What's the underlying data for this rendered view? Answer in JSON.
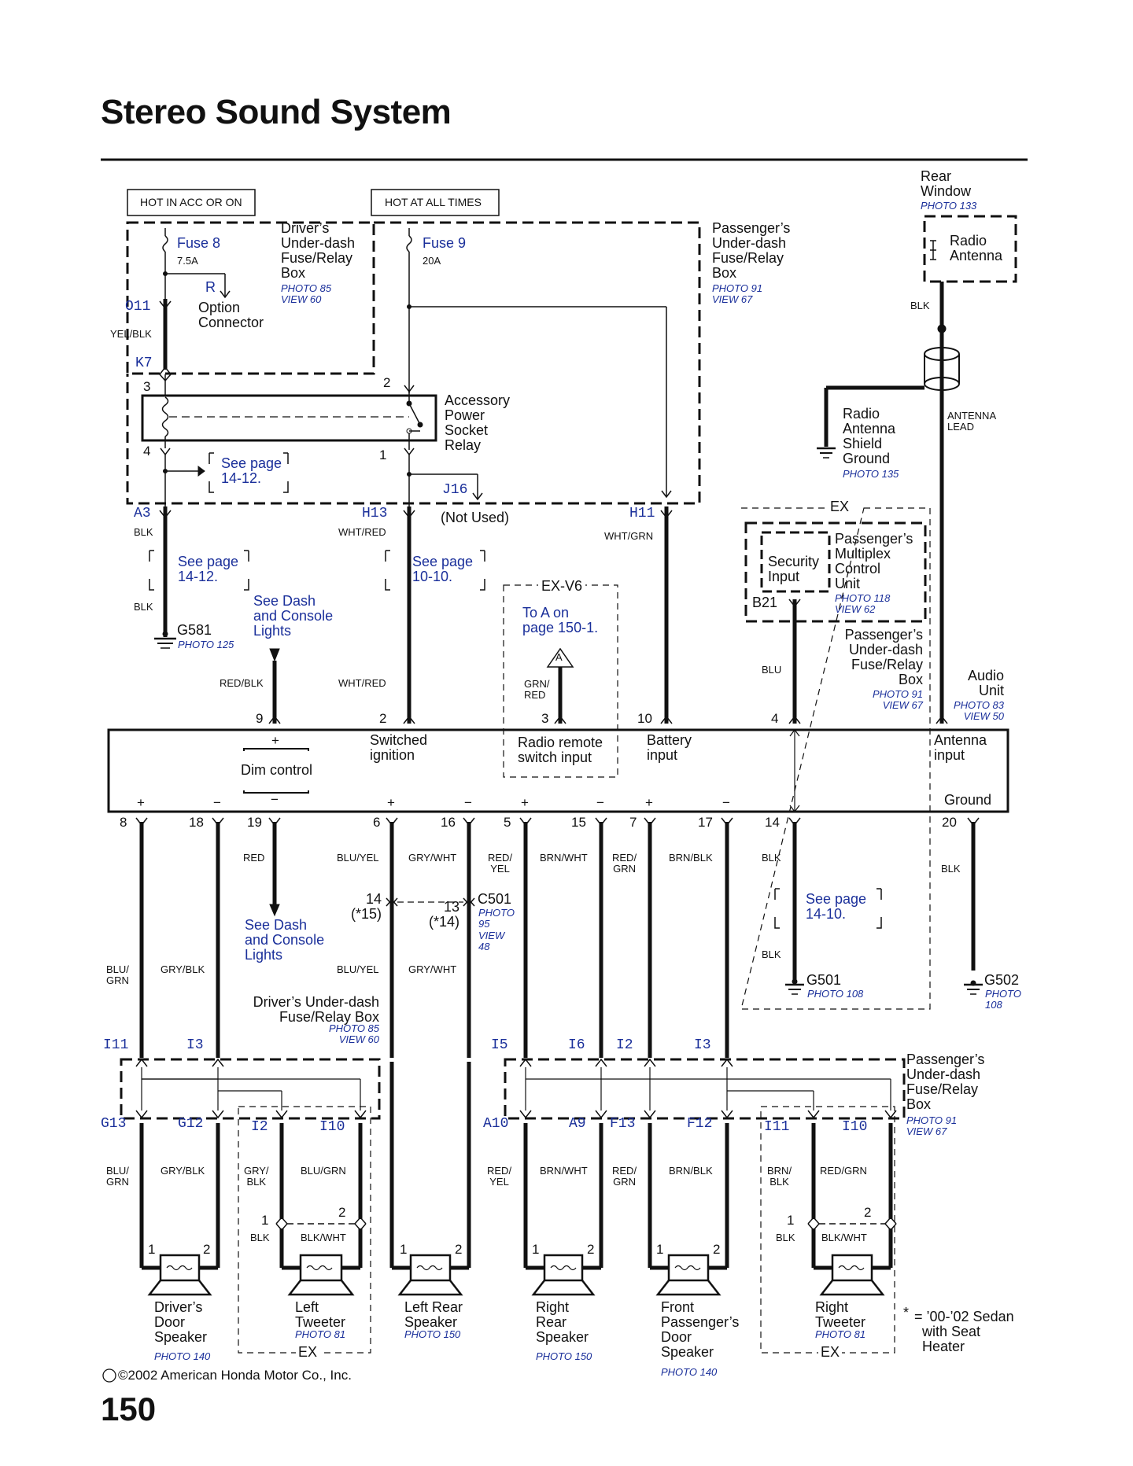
{
  "title": "Stereo Sound System",
  "page_number": "150",
  "copyright": "©2002 American Honda Motor Co., Inc.",
  "footnote": {
    "symbol": "*",
    "text": "= ’00-’02 Sedan\n  with Seat\n  Heater"
  },
  "hot": {
    "acc": "HOT IN ACC OR ON",
    "always": "HOT AT ALL TIMES"
  },
  "fuses": {
    "fuse8": {
      "label": "Fuse 8",
      "rating": "7.5A"
    },
    "fuse9": {
      "label": "Fuse 9",
      "rating": "20A"
    }
  },
  "drivers_box": {
    "name": "Driver’s\nUnder-dash\nFuse/Relay\nBox",
    "photo": "PHOTO 85\nVIEW 60"
  },
  "passengers_box": {
    "name": "Passenger’s\nUnder-dash\nFuse/Relay\nBox",
    "photo": "PHOTO 91\nVIEW 67"
  },
  "option_connector": {
    "pin": "R",
    "name": "Option\nConnector"
  },
  "rear_window": {
    "name": "Rear\nWindow",
    "photo": "PHOTO 133"
  },
  "radio_antenna": "Radio\nAntenna",
  "antenna_lead": "ANTENNA\nLEAD",
  "radio_shield": {
    "name": "Radio\nAntenna\nShield\nGround",
    "photo": "PHOTO 135"
  },
  "relay": {
    "name": "Accessory\nPower\nSocket\nRelay"
  },
  "see_pages": {
    "p1": "See page\n14-12.",
    "p2": "See page\n14-12.",
    "p3": "See page\n10-10.",
    "p4": "See page\n14-10."
  },
  "not_used": "(Not Used)",
  "ground_g581": {
    "name": "G581",
    "photo": "PHOTO 125"
  },
  "ground_g501": {
    "name": "G501",
    "photo": "PHOTO 108"
  },
  "ground_g502": {
    "name": "G502",
    "photo": "PHOTO\n108"
  },
  "dash_lights": "See Dash\nand Console\nLights",
  "ex_v6": {
    "label": "EX-V6",
    "to": "To A on\npage 150-1.",
    "flag": "A"
  },
  "ex": "EX",
  "security": {
    "input": "Security\nInput",
    "unit": "Passenger’s\nMultiplex\nControl\nUnit",
    "photo": "PHOTO 118\nVIEW 62",
    "pin": "B21"
  },
  "audio_unit": {
    "name": "Audio\nUnit",
    "photo": "PHOTO 83\nVIEW 50"
  },
  "unit_labels": {
    "dim": "Dim control",
    "switched": "Switched\nignition",
    "remote": "Radio remote\nswitch input",
    "battery": "Battery\ninput",
    "antenna": "Antenna\ninput",
    "ground": "Ground"
  },
  "connectors": {
    "o11": "O11",
    "k7": "K7",
    "a3": "A3",
    "h13": "H13",
    "j16": "J16",
    "h11": "H11",
    "i11": "I11",
    "i3a": "I3",
    "i5": "I5",
    "i6": "I6",
    "i2a": "I2",
    "i3b": "I3",
    "g13": "G13",
    "g12": "G12",
    "i2b": "I2",
    "i10a": "I10",
    "a10": "A10",
    "a9": "A9",
    "f13": "F13",
    "f12": "F12",
    "i11b": "I11",
    "i10b": "I10",
    "c501": "C501",
    "c501_photo": "PHOTO\n95\nVIEW\n48"
  },
  "c501_pins": {
    "p14": "14\n(*15)",
    "p13": "13\n(*14)"
  },
  "wires": {
    "yel_blk": "YEL/BLK",
    "blk": "BLK",
    "wht_red": "WHT/RED",
    "wht_grn": "WHT/GRN",
    "red_blk": "RED/BLK",
    "grn_red": "GRN/\nRED",
    "blu": "BLU",
    "red": "RED",
    "blu_yel": "BLU/YEL",
    "gry_wht": "GRY/WHT",
    "red_yel": "RED/\nYEL",
    "brn_wht": "BRN/WHT",
    "red_grn": "RED/\nGRN",
    "brn_blk": "BRN/BLK",
    "blu_grn": "BLU/\nGRN",
    "gry_blk": "GRY/BLK",
    "gry_blk2": "GRY/\nBLK",
    "blu_grn2": "BLU/GRN",
    "brn_blk2": "BRN/\nBLK",
    "red_grn2": "RED/GRN",
    "blk_wht": "BLK/WHT"
  },
  "speakers": [
    {
      "name": "Driver’s\nDoor\nSpeaker",
      "photo": "PHOTO 140"
    },
    {
      "name": "Left\nTweeter",
      "photo": "PHOTO 81"
    },
    {
      "name": "Left Rear\nSpeaker",
      "photo": "PHOTO 150"
    },
    {
      "name": "Right\nRear\nSpeaker",
      "photo": "PHOTO 150"
    },
    {
      "name": "Front\nPassenger’s\nDoor\nSpeaker",
      "photo": "PHOTO 140"
    },
    {
      "name": "Right\nTweeter",
      "photo": "PHOTO 81"
    }
  ]
}
